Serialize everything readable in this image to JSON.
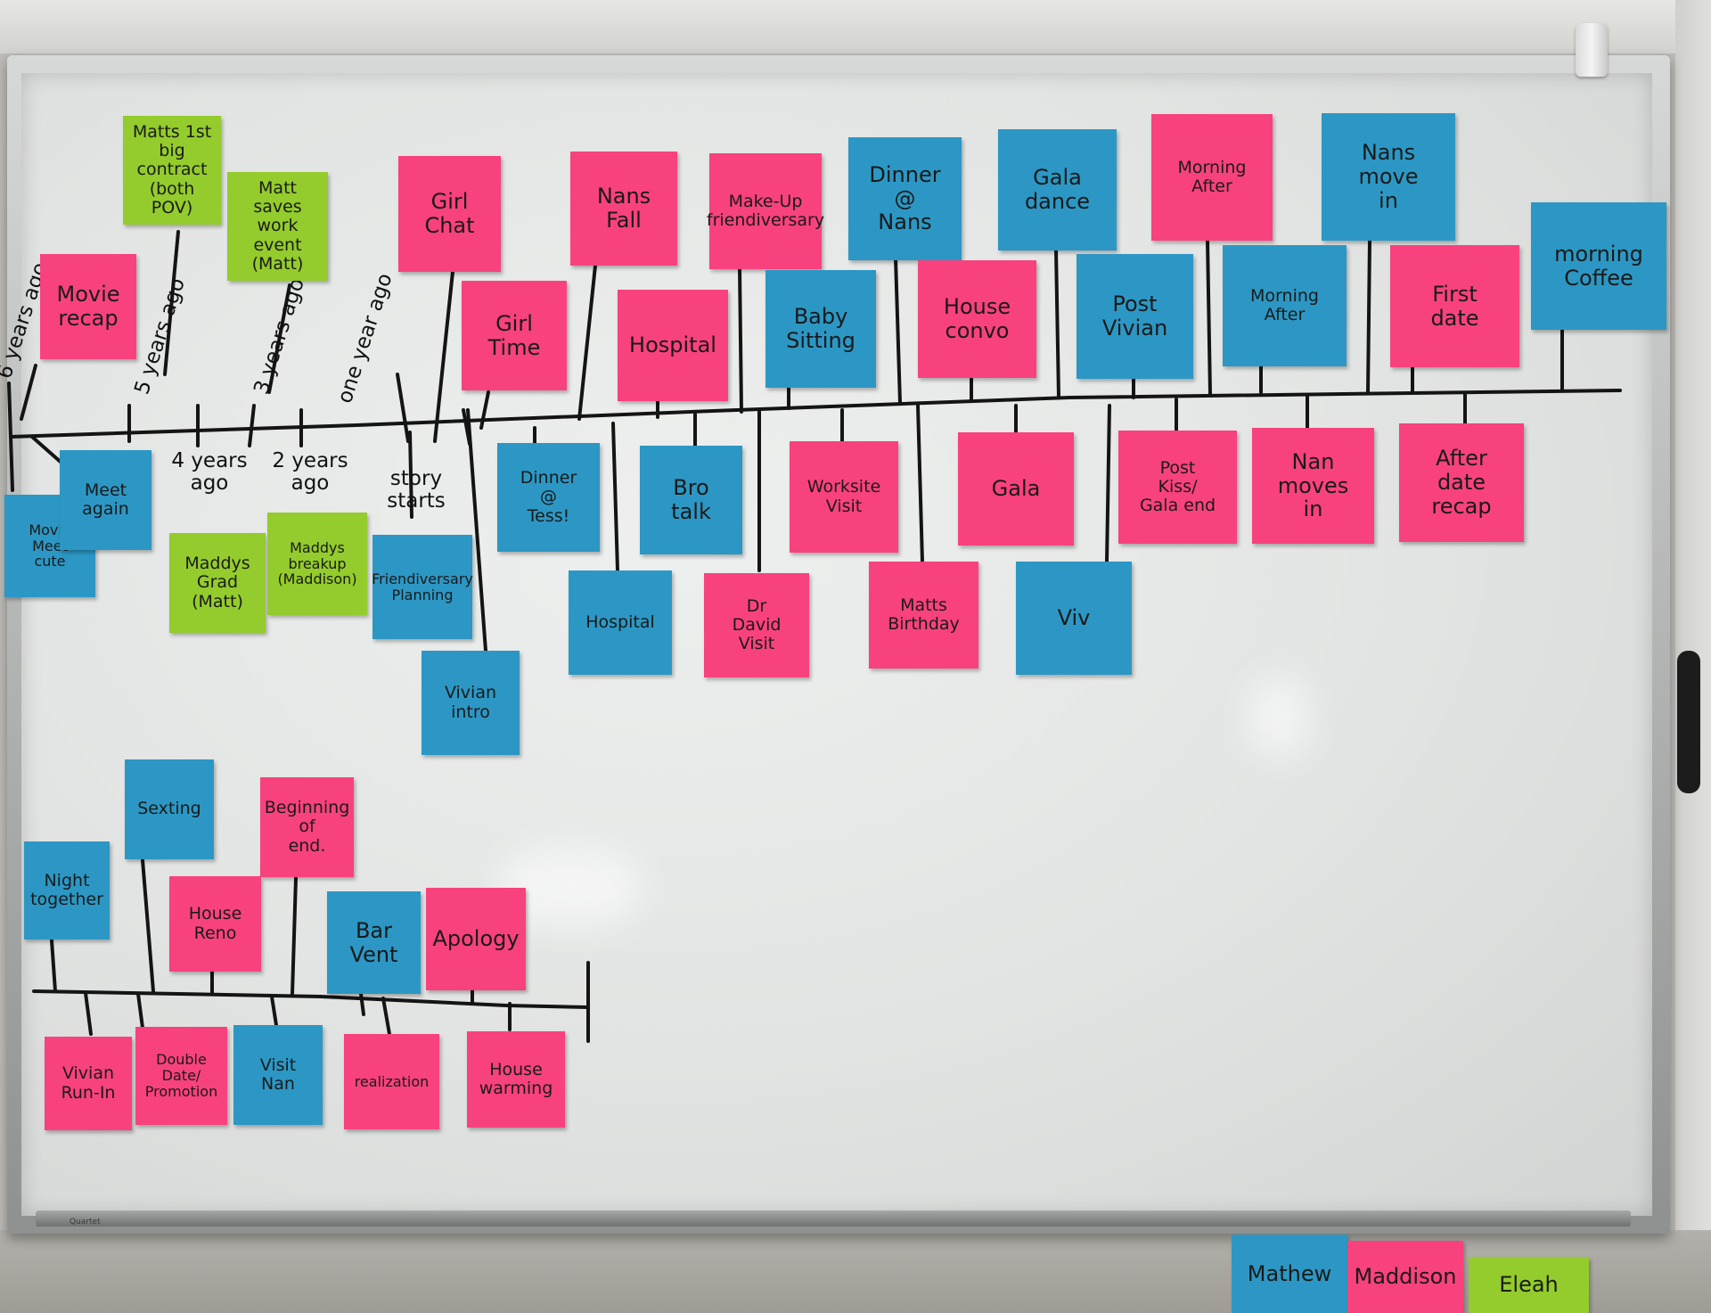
{
  "board": {
    "brand_text": "Quartet"
  },
  "colors": {
    "pink": "#f8427d",
    "blue": "#2c97c4",
    "green": "#93cc2c",
    "marker": "#141414"
  },
  "timeline_labels": {
    "six_years": "6 years ago",
    "five_years": "5 years ago",
    "three_years": "3 years ago",
    "one_year": "one year ago",
    "four_years": "4 years\nago",
    "two_years": "2 years\nago",
    "story_starts": "story\nstarts"
  },
  "notes_top": {
    "matts_contract": "Matts 1st\nbig contract\n(both POV)",
    "matt_saves": "Matt saves\nwork event\n(Matt)",
    "movie_recap": "Movie\nrecap",
    "girl_chat": "Girl\nChat",
    "nans_fall": "Nans\nFall",
    "make_up": "Make-Up\nfriendiversary",
    "dinner_nans": "Dinner\n@\nNans",
    "gala_dance": "Gala\ndance",
    "morning_after_1": "Morning\nAfter",
    "nans_move_in": "Nans\nmove\nin",
    "morning_coffee": "morning\nCoffee",
    "girl_time": "Girl\nTime",
    "hospital_1": "Hospital",
    "baby_sitting": "Baby\nSitting",
    "house_convo": "House\nconvo",
    "post_vivian": "Post\nVivian",
    "morning_after_2": "Morning\nAfter",
    "first_date": "First\ndate"
  },
  "notes_below": {
    "movie_meet_cute": "Movie\nMeet\ncute",
    "meet_again": "Meet\nagain",
    "maddys_grad": "Maddys\nGrad\n(Matt)",
    "maddys_breakup": "Maddys\nbreakup\n(Maddison)",
    "friendiversary_planning": "Friendiversary\nPlanning",
    "vivian_intro": "Vivian\nintro",
    "dinner_tess": "Dinner\n@\nTess!",
    "bro_talk": "Bro\ntalk",
    "hospital_2": "Hospital",
    "worksite_visit": "Worksite\nVisit",
    "dr_david_visit": "Dr\nDavid\nVisit",
    "matts_birthday": "Matts\nBirthday",
    "gala": "Gala",
    "viv": "Viv",
    "post_kiss": "Post\nKiss/\nGala end",
    "nan_moves_in": "Nan\nmoves\nin",
    "after_date_recap": "After\ndate\nrecap"
  },
  "notes_lower_timeline": {
    "sexting": "Sexting",
    "beginning_of_end": "Beginning\nof\nend.",
    "night_together": "Night\ntogether",
    "house_reno": "House\nReno",
    "bar_vent": "Bar\nVent",
    "apology": "Apology",
    "vivian_run_in": "Vivian\nRun-In",
    "double_date": "Double\nDate/\nPromotion",
    "visit_nan": "Visit\nNan",
    "realization": "realization",
    "house_warming": "House\nwarming"
  },
  "legend": {
    "mathew": "Mathew",
    "maddison": "Maddison",
    "third": "Eleah"
  }
}
